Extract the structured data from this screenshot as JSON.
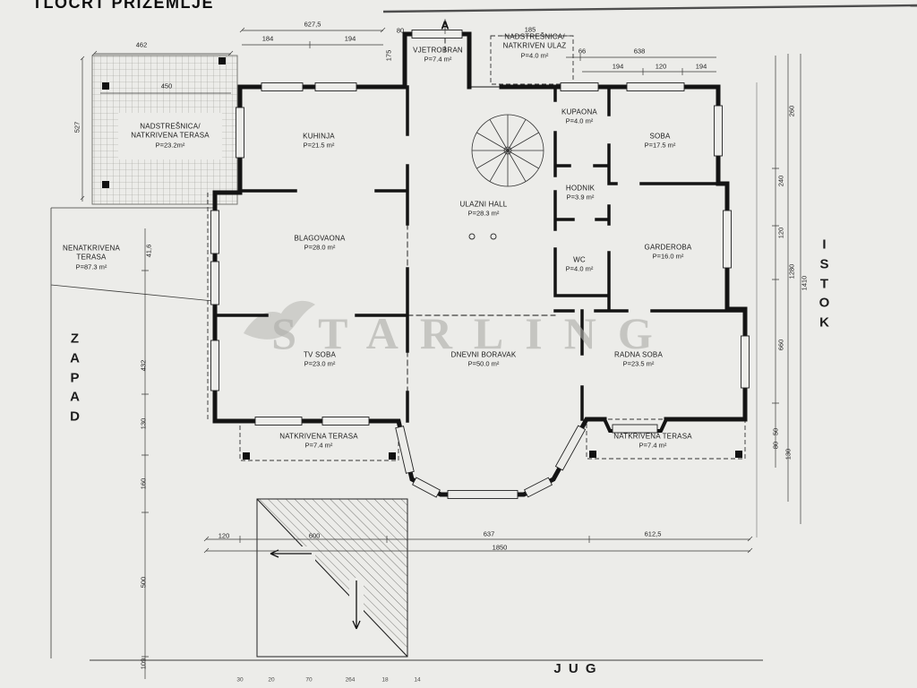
{
  "title": "TLOCRT PRIZEMLJE",
  "compass": {
    "west": "Z\nA\nP\nA\nD",
    "east": "I\nS\nT\nO\nK",
    "south": "J U G",
    "section_marker": "A"
  },
  "watermark": {
    "text": "STARLING"
  },
  "rooms": [
    {
      "name": "NADSTREŠNICA/\nNATKRIVENA TERASA",
      "area": "P=23.2m²"
    },
    {
      "name": "KUHINJA",
      "area": "P=21.5 m²"
    },
    {
      "name": "VJETROBRAN",
      "area": "P=7.4 m²"
    },
    {
      "name": "NADSTREŠNICA/\nNATKRIVEN ULAZ",
      "area": "P=4.0 m²"
    },
    {
      "name": "KUPAONA",
      "area": "P=4.0 m²"
    },
    {
      "name": "SOBA",
      "area": "P=17.5 m²"
    },
    {
      "name": "ULAZNI HALL",
      "area": "P=28.3 m²"
    },
    {
      "name": "HODNIK",
      "area": "P=3.9 m²"
    },
    {
      "name": "BLAGOVAONA",
      "area": "P=28.0 m²"
    },
    {
      "name": "WC",
      "area": "P=4.0 m²"
    },
    {
      "name": "GARDEROBA",
      "area": "P=16.0 m²"
    },
    {
      "name": "NENATKRIVENA TERASA",
      "area": "P=87.3 m²"
    },
    {
      "name": "TV SOBA",
      "area": "P=23.0 m²"
    },
    {
      "name": "DNEVNI BORAVAK",
      "area": "P=50.0 m²"
    },
    {
      "name": "RADNA SOBA",
      "area": "P=23.5 m²"
    },
    {
      "name": "NATKRIVENA TERASA",
      "area": "P=7.4 m²"
    },
    {
      "name": "NATKRIVENA TERASA",
      "area": "P=7.4 m²"
    }
  ],
  "dims": [
    "462",
    "627,5",
    "184",
    "194",
    "80",
    "175",
    "185",
    "66",
    "638",
    "194",
    "120",
    "194",
    "527",
    "450",
    "260",
    "240",
    "120",
    "1280",
    "1410",
    "660",
    "50",
    "80",
    "130",
    "41,6",
    "432",
    "130",
    "160",
    "500",
    "109",
    "120",
    "600",
    "637",
    "612,5",
    "1850",
    "30",
    "20",
    "70",
    "264",
    "18",
    "14"
  ]
}
